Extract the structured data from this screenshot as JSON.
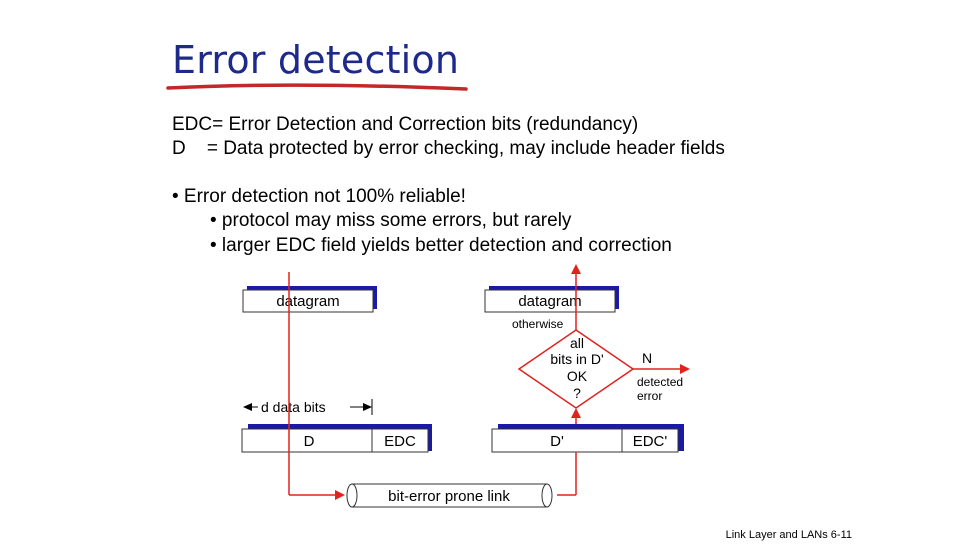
{
  "slide": {
    "title": "Error detection",
    "def_edc": "EDC= Error Detection and Correction bits (redundancy)",
    "def_d": "D    = Data protected by error checking, may include header fields",
    "bullet_1": "• Error detection not 100% reliable!",
    "bullet_1a": "• protocol may miss some errors, but rarely",
    "bullet_1b": "• larger EDC field yields better detection and correction",
    "footer": "Link Layer and LANs  6-11"
  },
  "diagram": {
    "sender_datagram": "datagram",
    "receiver_datagram": "datagram",
    "data_bits_label": "d data bits",
    "sender_d": "D",
    "sender_edc": "EDC",
    "receiver_d": "D'",
    "receiver_edc": "EDC'",
    "link_label": "bit-error prone link",
    "decision_line1": "all",
    "decision_line2": "bits in D'",
    "decision_line3": "OK",
    "decision_line4": "?",
    "otherwise_label": "otherwise",
    "n_label": "N",
    "detected_label_1": "detected",
    "detected_label_2": "error",
    "colors": {
      "flow": "#e0231d",
      "shadow": "#1a1aa6",
      "box_stroke": "#333333"
    }
  }
}
